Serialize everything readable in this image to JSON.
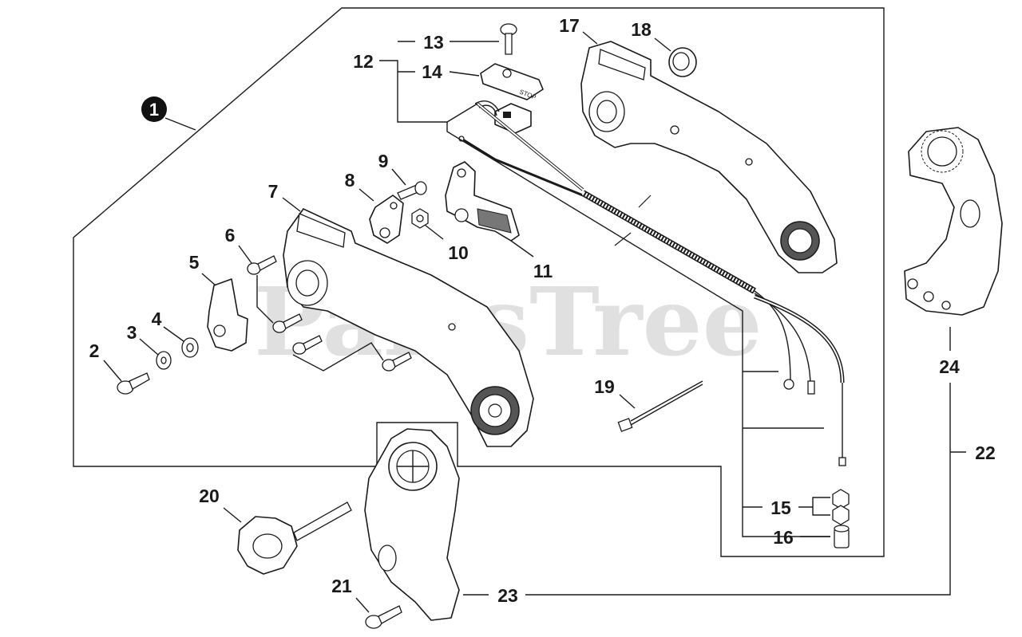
{
  "watermark": "PartsTree",
  "callouts": {
    "kit": "1",
    "p2": "2",
    "p3": "3",
    "p4": "4",
    "p5": "5",
    "p6": "6",
    "p7": "7",
    "p8": "8",
    "p9": "9",
    "p10": "10",
    "p11": "11",
    "p12": "12",
    "p13": "13",
    "p14": "14",
    "p15": "15",
    "p16": "16",
    "p17": "17",
    "p18": "18",
    "p19": "19",
    "p20": "20",
    "p21": "21",
    "p22": "22",
    "p23": "23",
    "p24": "24"
  },
  "stop_switch_text": "STOP"
}
